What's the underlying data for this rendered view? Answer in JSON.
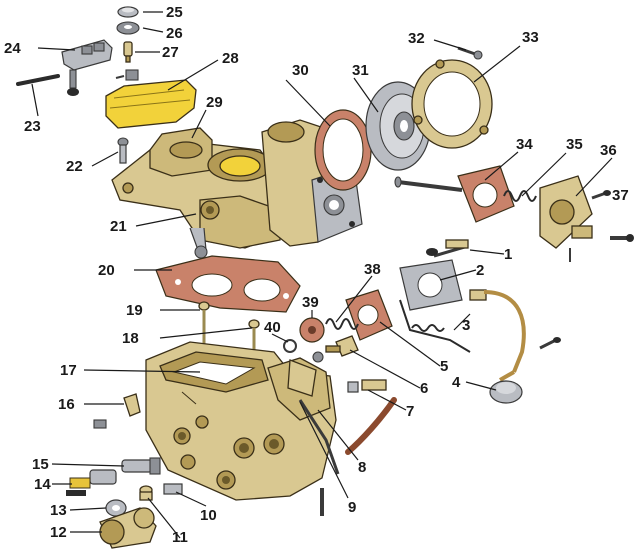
{
  "callouts": [
    "1",
    "2",
    "3",
    "4",
    "5",
    "6",
    "7",
    "8",
    "9",
    "10",
    "11",
    "12",
    "13",
    "14",
    "15",
    "16",
    "17",
    "18",
    "19",
    "20",
    "21",
    "22",
    "23",
    "24",
    "25",
    "26",
    "27",
    "28",
    "29",
    "30",
    "31",
    "32",
    "33",
    "34",
    "35",
    "36",
    "37",
    "38",
    "39",
    "40"
  ],
  "colors": {
    "brass": "#d9c891",
    "gasket": "#c9826a",
    "float_cover": "#f2d23a",
    "metal": "#b9bcc2",
    "outline": "#3a2f18"
  }
}
